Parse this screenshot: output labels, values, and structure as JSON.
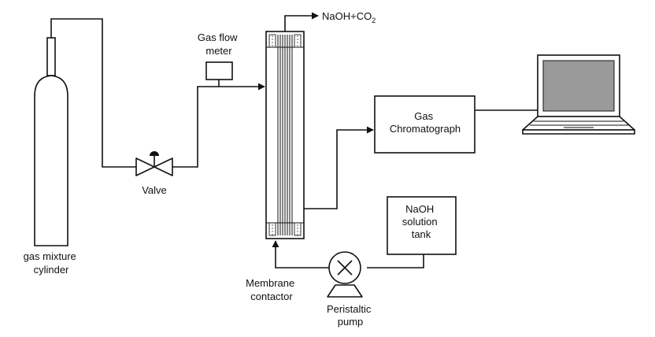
{
  "labels": {
    "outlet_main": "NaOH+CO",
    "outlet_sub": "2",
    "flow_meter_line1": "Gas flow",
    "flow_meter_line2": "meter",
    "gc_line1": "Gas",
    "gc_line2": "Chromatograph",
    "valve": "Valve",
    "tank_line1": "NaOH",
    "tank_line2": "solution",
    "tank_line3": "tank",
    "cylinder_line1": "gas mixture",
    "cylinder_line2": "cylinder",
    "contactor_line1": "Membrane",
    "contactor_line2": "contactor",
    "pump_line1": "Peristaltic",
    "pump_line2": "pump"
  },
  "icons": [
    "gas-cylinder-icon",
    "valve-icon",
    "flow-meter-icon",
    "membrane-contactor-icon",
    "gas-chromatograph-box",
    "laptop-icon",
    "peristaltic-pump-icon",
    "naoh-tank-box"
  ],
  "colors": {
    "line": "#111111",
    "background": "#ffffff",
    "screen": "#9a9a9a"
  }
}
